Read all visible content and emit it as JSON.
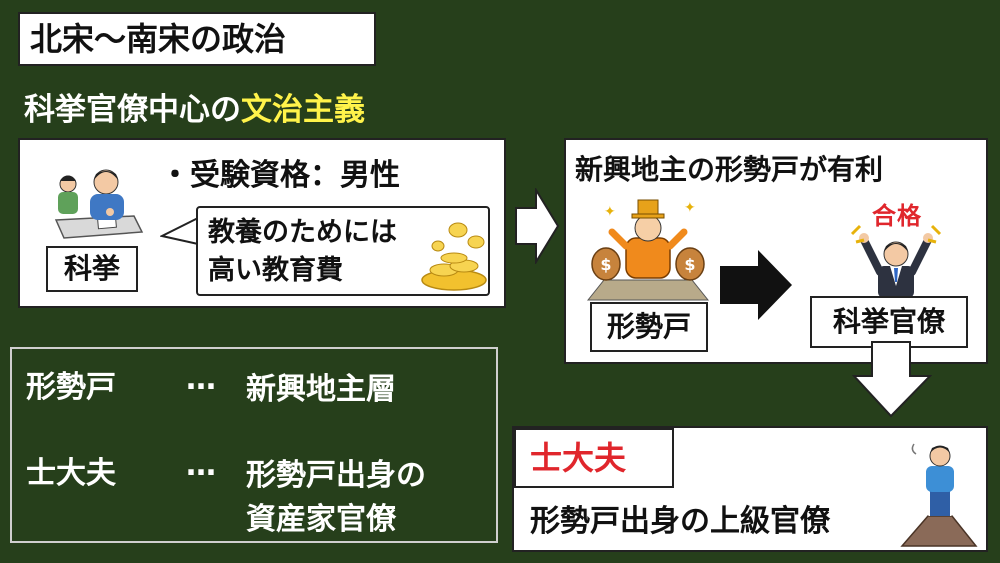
{
  "title": "北宋〜南宋の政治",
  "subtitle": {
    "prefix": "科挙官僚中心の",
    "highlight": "文治主義"
  },
  "kakyo_panel": {
    "label": "科挙",
    "bullet": "・受験資格：男性",
    "bubble_line1": "教養のためには",
    "bubble_line2": "高い教育費"
  },
  "landlord_panel": {
    "title": "新興地主の形勢戸が有利",
    "keiseiko_label": "形勢戸",
    "passed_stamp": "合格",
    "official_label": "科挙官僚"
  },
  "definitions": [
    {
      "term": "形勢戸",
      "dots": "…",
      "desc_line1": "新興地主層",
      "desc_line2": ""
    },
    {
      "term": "士大夫",
      "dots": "…",
      "desc_line1": "形勢戸出身の",
      "desc_line2": "資産家官僚"
    }
  ],
  "shidaifu_panel": {
    "label": "士大夫",
    "text": "形勢戸出身の上級官僚"
  },
  "colors": {
    "background": "#263f1b",
    "highlight": "#fff34a",
    "accent_red": "#e0262c"
  }
}
